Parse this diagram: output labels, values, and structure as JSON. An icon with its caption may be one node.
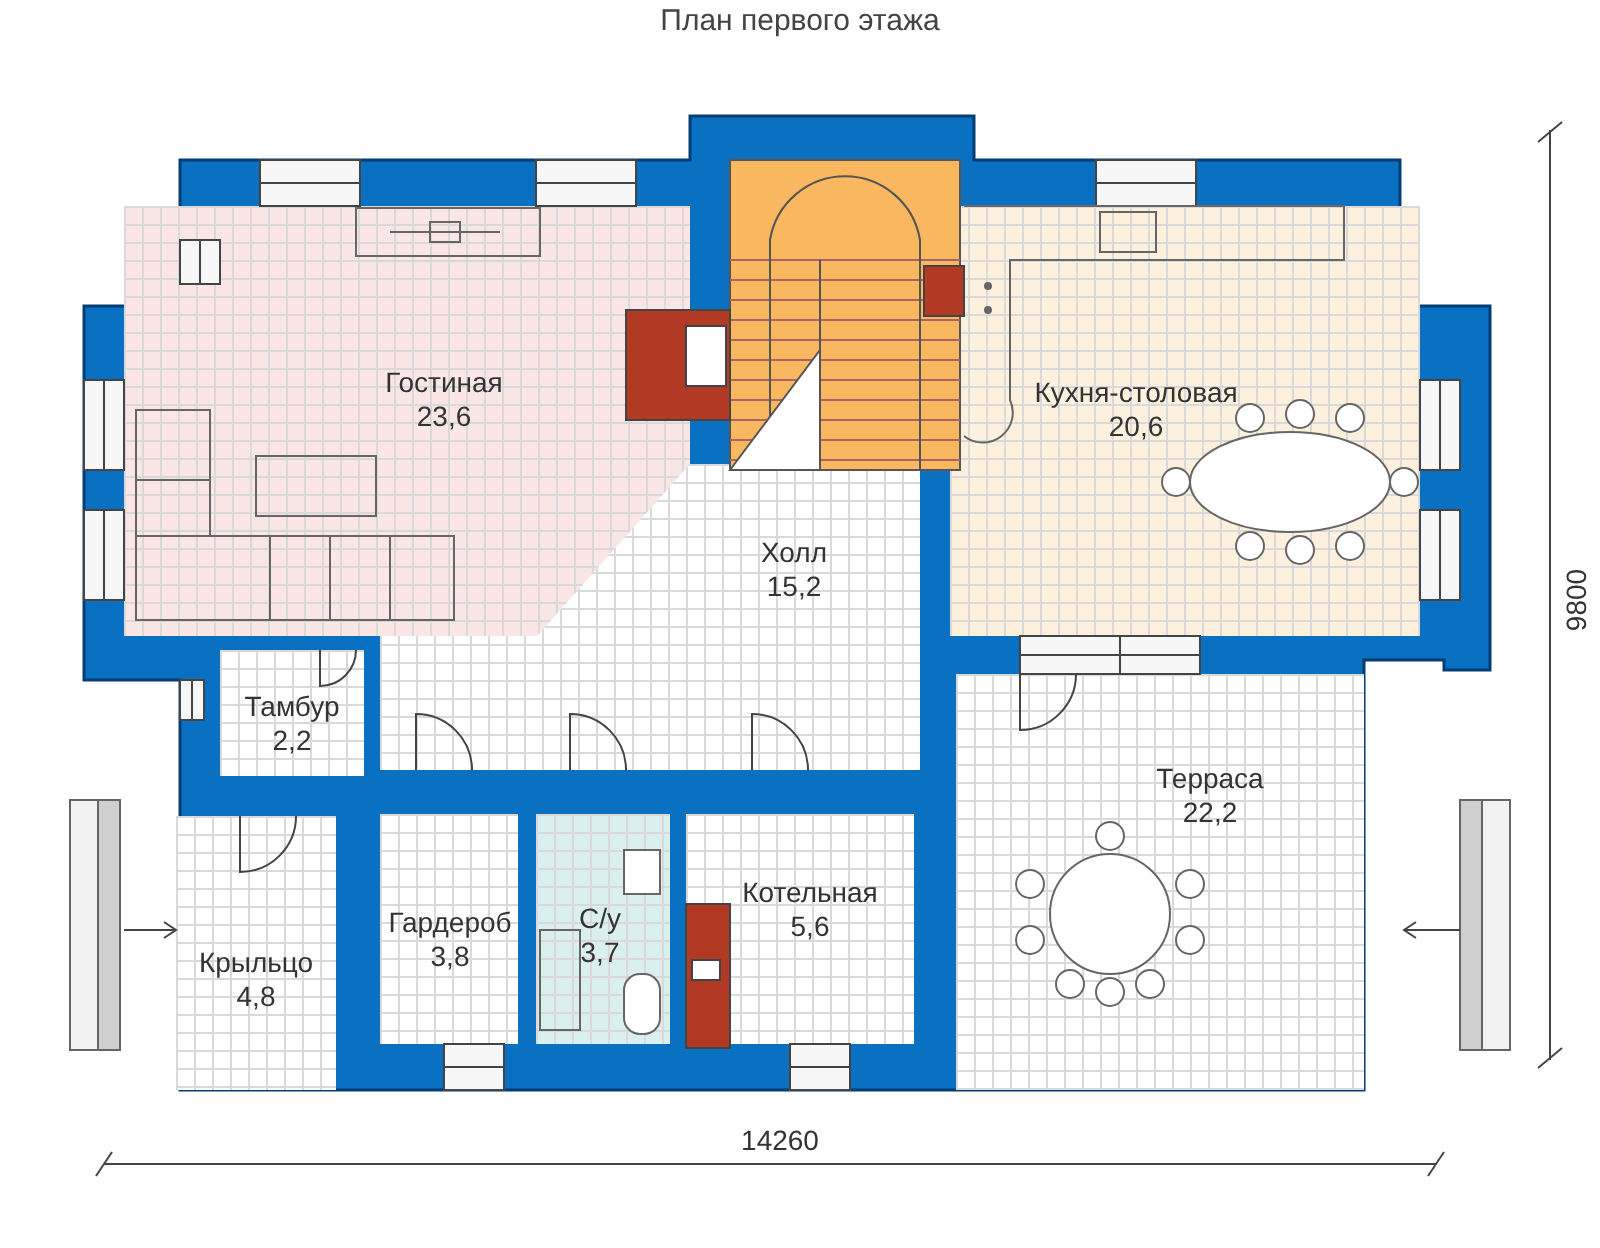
{
  "diagram": {
    "title": "План первого этажа",
    "nodes": [
      {
        "text": [
          "Гостиная",
          "23,6"
        ]
      },
      {
        "text": [
          "Кухня-столовая",
          "20,6"
        ]
      },
      {
        "text": [
          "Холл",
          "15,2"
        ]
      },
      {
        "text": [
          "Тамбур",
          "2,2"
        ]
      },
      {
        "text": [
          "Терраса",
          "22,2"
        ]
      },
      {
        "text": [
          "Гардероб",
          "3,8"
        ]
      },
      {
        "text": [
          "С/у",
          "3,7"
        ]
      },
      {
        "text": [
          "Котельная",
          "5,6"
        ]
      },
      {
        "text": [
          "Крыльцо",
          "4,8"
        ]
      }
    ],
    "labels": [
      "9800",
      "14260"
    ]
  }
}
